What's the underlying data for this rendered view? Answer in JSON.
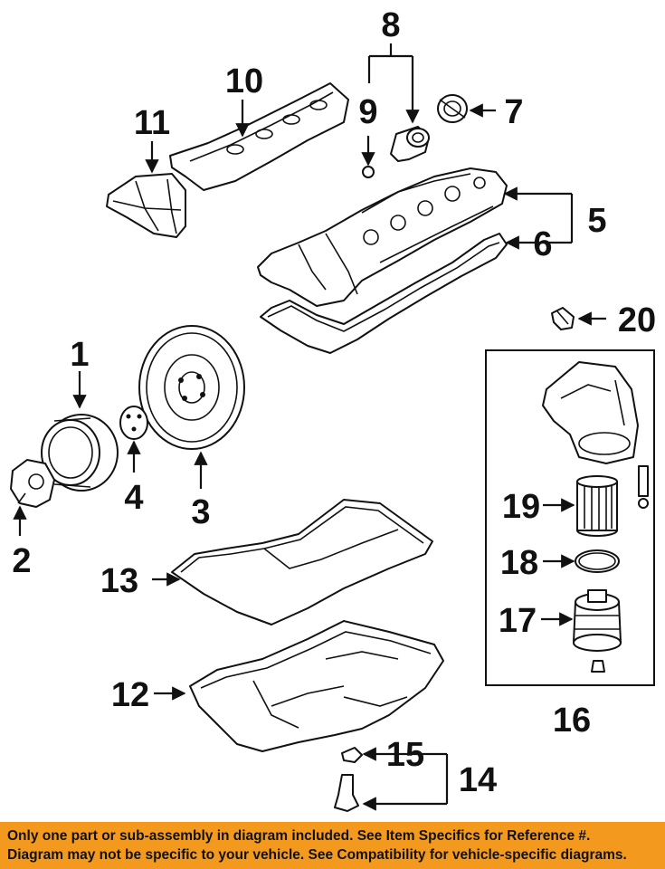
{
  "callouts": {
    "c1": "1",
    "c2": "2",
    "c3": "3",
    "c4": "4",
    "c5": "5",
    "c6": "6",
    "c7": "7",
    "c8": "8",
    "c9": "9",
    "c10": "10",
    "c11": "11",
    "c12": "12",
    "c13": "13",
    "c14": "14",
    "c15": "15",
    "c16": "16",
    "c17": "17",
    "c18": "18",
    "c19": "19",
    "c20": "20"
  },
  "notice": {
    "line1": "Only one part or sub-assembly in diagram included. See Item Specifics for Reference #.",
    "line2": "Diagram may not be specific to your vehicle. See Compatibility for vehicle-specific diagrams.",
    "background_color": "#f39a1e"
  }
}
